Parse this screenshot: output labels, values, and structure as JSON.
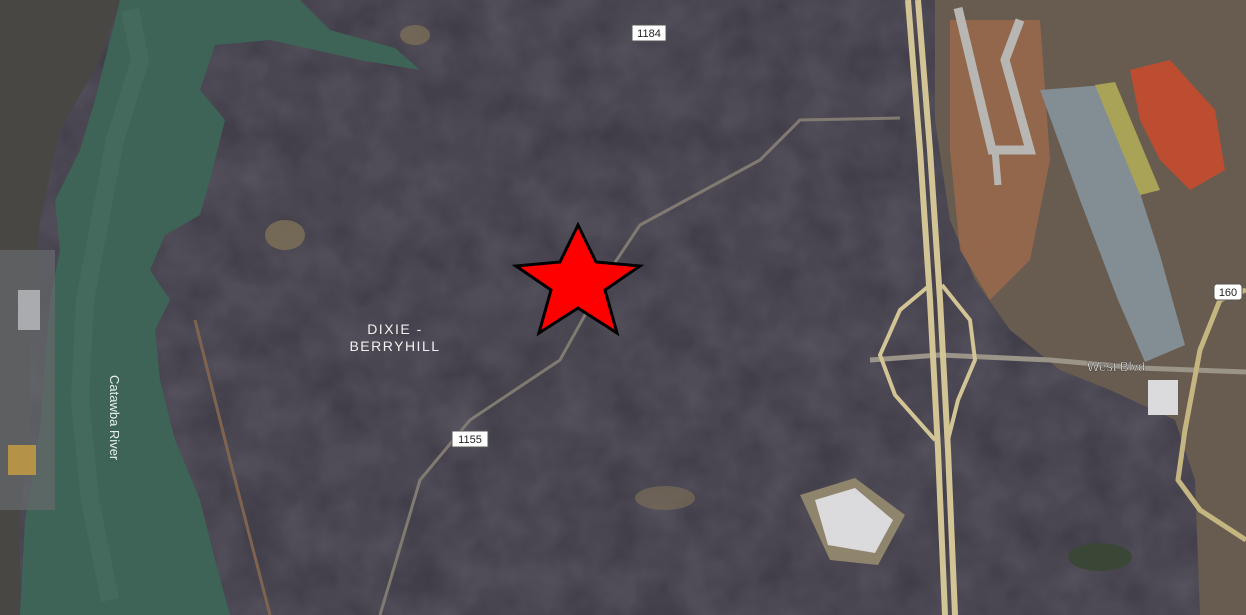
{
  "map": {
    "type": "satellite",
    "place_label_line1": "DIXIE -",
    "place_label_line2": "BERRYHILL",
    "river_label": "Catawba River",
    "street_label": "West Blvd",
    "route_shields": {
      "r1184": "1184",
      "r1155": "1155",
      "r160": "160"
    },
    "marker": {
      "shape": "star",
      "fill": "#ff0000",
      "stroke": "#000000"
    }
  },
  "colors": {
    "forest": "#3d3a45",
    "forest_dark": "#2e2c35",
    "water": "#3e6b5a",
    "highway": "#e8d9a0",
    "airport_soil": "#b5734c",
    "red_clay": "#d0502e",
    "roof": "#f2f2f2"
  }
}
